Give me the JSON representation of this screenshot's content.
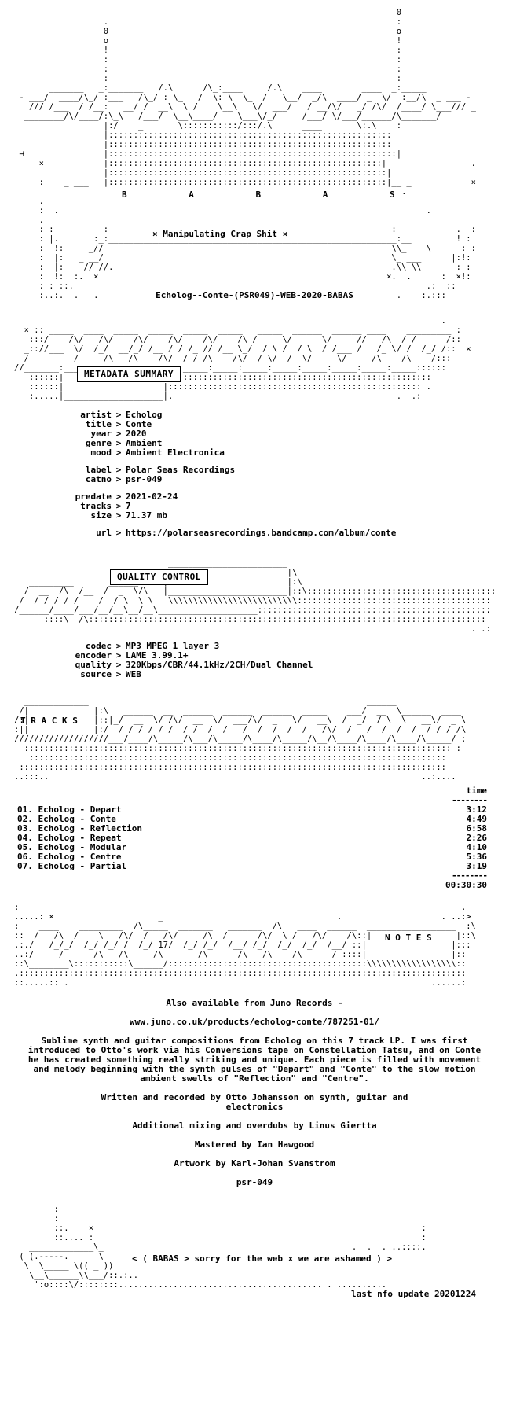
{
  "header": {
    "group_letters": "B A B A S",
    "tagline": "× Manipulating Crap Shit ×"
  },
  "release_name": "Echolog--Conte-(PSR049)-WEB-2020-BABAS",
  "sections": {
    "metadata_title": "METADATA SUMMARY",
    "quality_title": "QUALITY CONTROL",
    "tracks_title": "T R A C K S",
    "notes_title": "N O T E S"
  },
  "metadata": {
    "artist": {
      "k": "artist",
      "v": "Echolog"
    },
    "title": {
      "k": "title",
      "v": "Conte"
    },
    "year": {
      "k": "year",
      "v": "2020"
    },
    "genre": {
      "k": "genre",
      "v": "Ambient"
    },
    "mood": {
      "k": "mood",
      "v": "Ambient Electronica"
    },
    "label": {
      "k": "label",
      "v": "Polar Seas Recordings"
    },
    "catno": {
      "k": "catno",
      "v": "psr-049"
    },
    "predate": {
      "k": "predate",
      "v": "2021-02-24"
    },
    "tracks": {
      "k": "tracks",
      "v": "7"
    },
    "size": {
      "k": "size",
      "v": "71.37 mb"
    },
    "url": {
      "k": "url",
      "v": "https://polarseasrecordings.bandcamp.com/album/conte"
    }
  },
  "quality": {
    "codec": {
      "k": "codec",
      "v": "MP3 MPEG 1 layer 3"
    },
    "encoder": {
      "k": "encoder",
      "v": "LAME 3.99.1+"
    },
    "quality": {
      "k": "quality",
      "v": "320Kbps/CBR/44.1kHz/2CH/Dual Channel"
    },
    "source": {
      "k": "source",
      "v": "WEB"
    }
  },
  "separator": ">",
  "tracklist": {
    "time_header": "time",
    "dash_line": "--------",
    "items": [
      {
        "name": "01. Echolog - Depart",
        "time": "3:12"
      },
      {
        "name": "02. Echolog - Conte",
        "time": "4:49"
      },
      {
        "name": "03. Echolog - Reflection",
        "time": "6:58"
      },
      {
        "name": "04. Echolog - Repeat",
        "time": "2:26"
      },
      {
        "name": "05. Echolog - Modular",
        "time": "4:10"
      },
      {
        "name": "06. Echolog - Centre",
        "time": "5:36"
      },
      {
        "name": "07. Echolog - Partial",
        "time": "3:19"
      }
    ],
    "total": "00:30:30"
  },
  "notes": {
    "p1": "Also available from Juno Records -",
    "p2": "www.juno.co.uk/products/echolog-conte/787251-01/",
    "p3": "Sublime synth and guitar compositions from Echolog on this 7 track LP. I was first introduced to Otto's work via his Conversions tape on Constellation Tatsu, and on Conte he has created something really striking and unique. Each piece is filled with movement and melody beginning with the synth pulses of \"Depart\" and \"Conte\" to the slow motion ambient swells of \"Reflection\" and \"Centre\".",
    "p4": "Written and recorded by Otto Johansson on synth, guitar and electronics",
    "p5": "Additional mixing and overdubs by Linus Giertta",
    "p6": "Mastered by Ian Hawgood",
    "p7": "Artwork by Karl-Johan Svanstrom",
    "p8": "psr-049"
  },
  "footer": {
    "message": "< ( BABAS > sorry for the web x we are ashamed ) >",
    "last_update": "last nfo update 20201224"
  }
}
